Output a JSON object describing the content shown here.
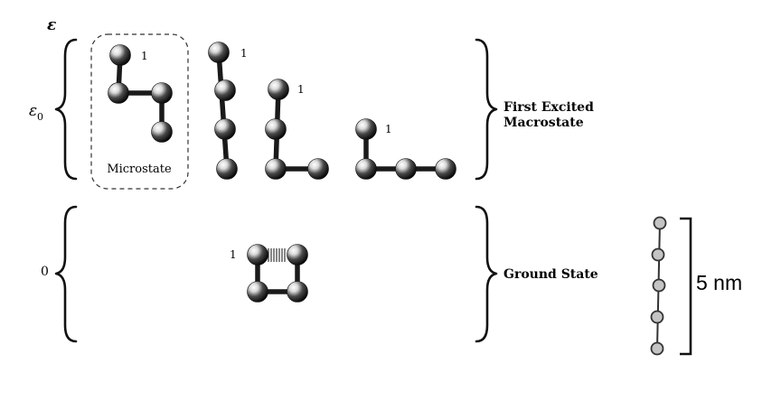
{
  "energy_axis": {
    "symbol": "ε",
    "level_high": "ε",
    "level_high_subscript": "0",
    "level_low": "0"
  },
  "labels": {
    "microstate": "Microstate",
    "first_excited_line1": "First Excited",
    "first_excited_line2": "Macrostate",
    "ground_state": "Ground State",
    "end_marker": "1"
  },
  "scale": {
    "label": "5 nm"
  },
  "colors": {
    "bead_light": "#ffffff",
    "bead_dark": "#0a0a0a",
    "scale_bead": "#c4c4c4"
  }
}
